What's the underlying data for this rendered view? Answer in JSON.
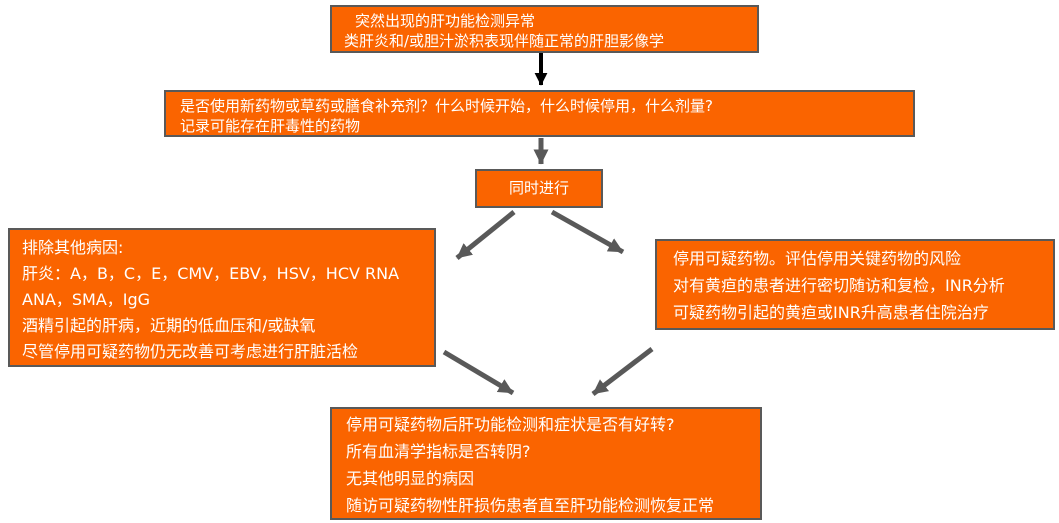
{
  "colors": {
    "page_bg": "#ffffff",
    "box_fill": "#FA6400",
    "box_border": "#595959",
    "arrow_gray": "#595959",
    "arrow_black": "#000000",
    "text_color": "#ffffff"
  },
  "nodes": {
    "start": {
      "lines": [
        "突然出现的肝功能检测异常",
        "类肝炎和/或胆汁淤积表现伴随正常的肝胆影像学"
      ]
    },
    "drug_question": {
      "lines": [
        "是否使用新药物或草药或膳食补充剂？什么时候开始，什么时候停用，什么剂量?",
        "记录可能存在肝毒性的药物"
      ]
    },
    "simultaneous": {
      "label": "同时进行"
    },
    "exclude_other_causes": {
      "lines": [
        "排除其他病因:",
        "肝炎：A，B，C，E，CMV，EBV，HSV，HCV RNA",
        "ANA，SMA，IgG",
        "酒精引起的肝病，近期的低血压和/或缺氧",
        "尽管停用可疑药物仍无改善可考虑进行肝脏活检"
      ]
    },
    "stop_suspect_drug": {
      "lines": [
        "停用可疑药物。评估停用关键药物的风险",
        "对有黄疸的患者进行密切随访和复检，INR分析",
        "可疑药物引起的黄疸或INR升高患者住院治疗"
      ]
    },
    "followup": {
      "lines": [
        "停用可疑药物后肝功能检测和症状是否有好转?",
        "所有血清学指标是否转阴?",
        "无其他明显的病因",
        "随访可疑药物性肝损伤患者直至肝功能检测恢复正常"
      ]
    }
  }
}
